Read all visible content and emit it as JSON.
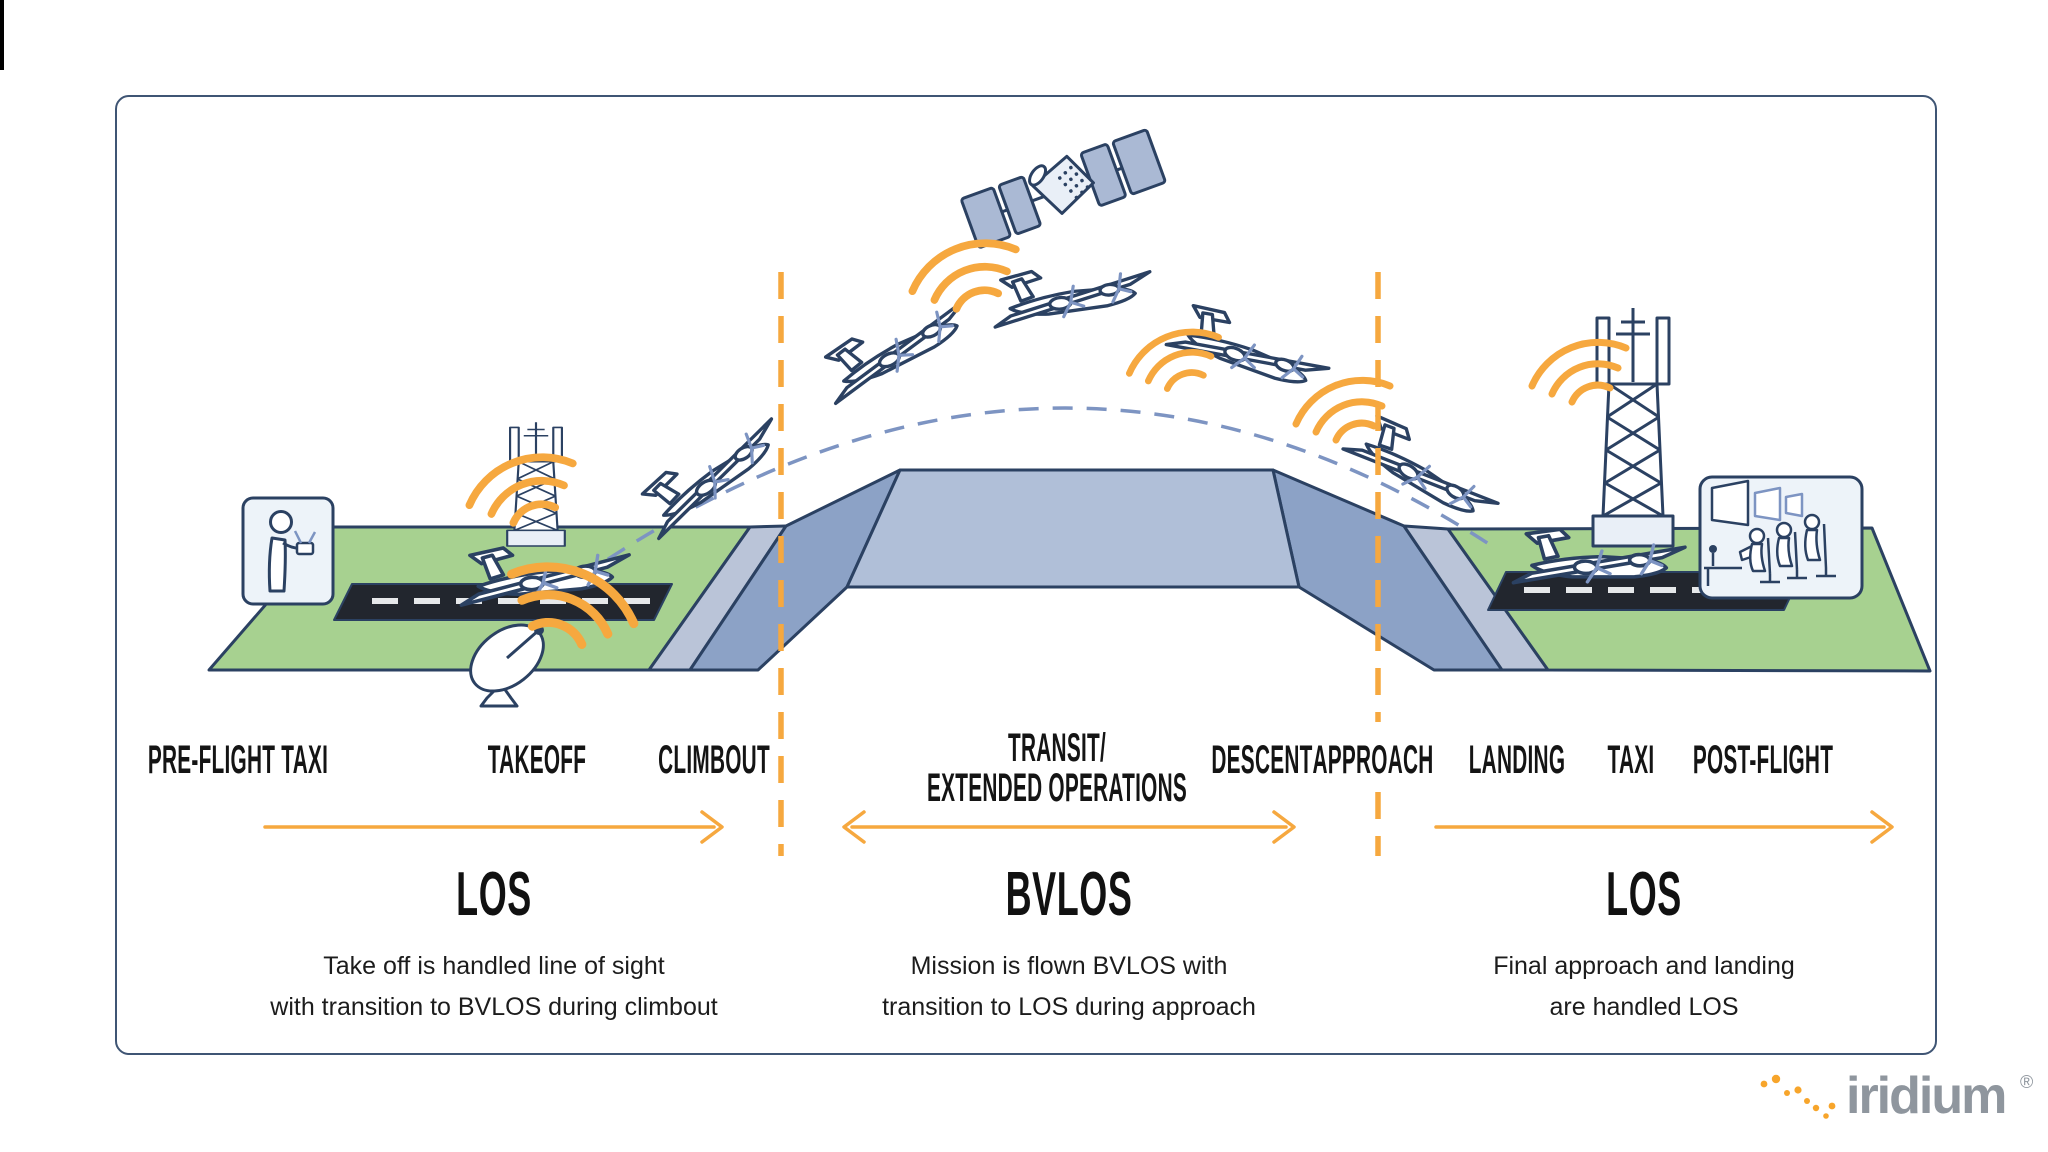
{
  "phases": [
    {
      "label": "PRE-FLIGHT TAXI"
    },
    {
      "label": "TAKEOFF"
    },
    {
      "label": "CLIMBOUT"
    },
    {
      "label": "TRANSIT/\nEXTENDED OPERATIONS"
    },
    {
      "label": "DESCENT"
    },
    {
      "label": "APPROACH"
    },
    {
      "label": "LANDING"
    },
    {
      "label": "TAXI"
    },
    {
      "label": "POST-FLIGHT"
    }
  ],
  "sections": [
    {
      "heading": "LOS",
      "desc1": "Take off is handled line of sight",
      "desc2": "with transition to BVLOS during climbout"
    },
    {
      "heading": "BVLOS",
      "desc1": "Mission is flown BVLOS with",
      "desc2": "transition to LOS during approach"
    },
    {
      "heading": "LOS",
      "desc1": "Final approach and landing",
      "desc2": "are handled LOS"
    }
  ],
  "logo": {
    "wordmark": "iridium",
    "registered": "®"
  },
  "colors": {
    "accent_orange": "#f6a83f",
    "navy_outline": "#2b4162",
    "ground_green": "#a7d190",
    "plateau_light": "#b0bfd8",
    "plateau_slope": "#8ca2c6",
    "ramp_band": "#bac4d8",
    "runway": "#22262e",
    "card_bg": "#edf3f9",
    "path_blue": "#7d94c2",
    "logo_gray": "#8f969e",
    "logo_dot_orange": "#f7a52b"
  },
  "icons": {
    "satellite": "satellite-icon",
    "aircraft": "uav-plane-icon",
    "tower": "cell-tower-icon",
    "dish": "satellite-dish-icon",
    "pilot": "remote-pilot-icon",
    "control_center": "control-center-icon",
    "signal": "signal-waves-icon"
  }
}
